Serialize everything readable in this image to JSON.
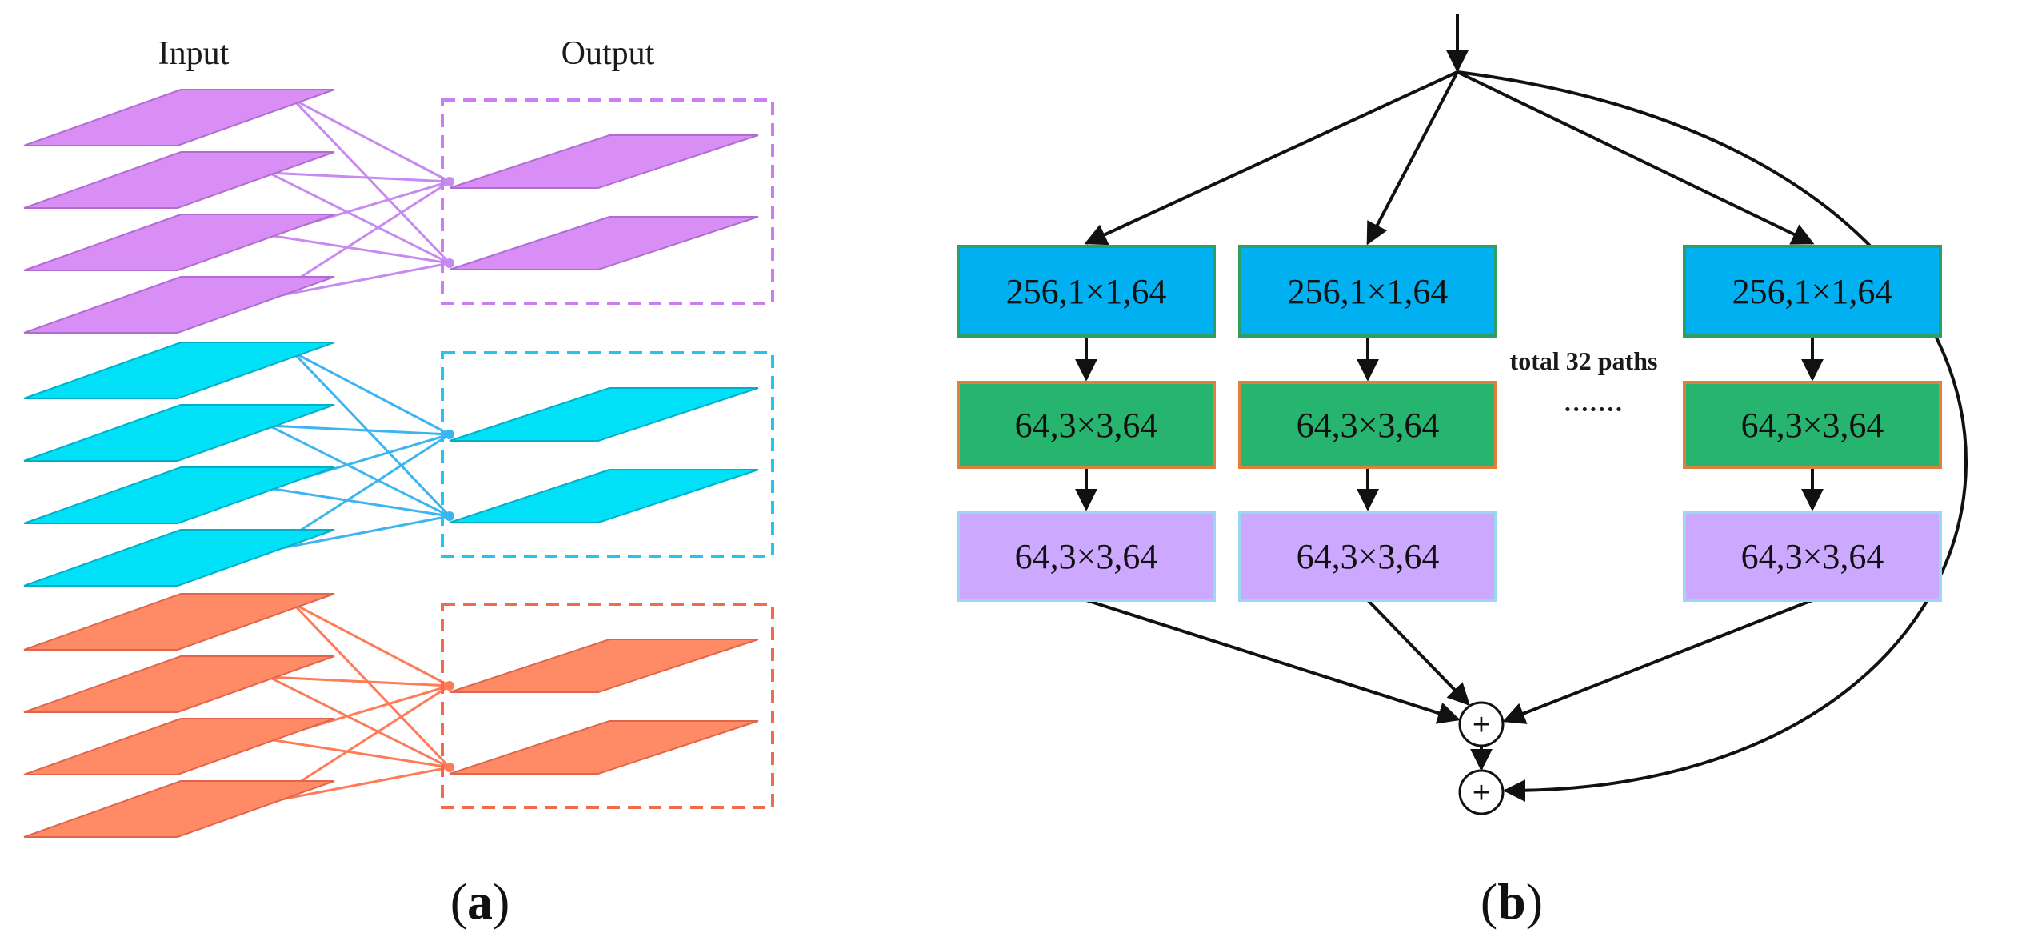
{
  "panel_a": {
    "input_label": "Input",
    "output_label": "Output",
    "groups": [
      {
        "fill": "#D98EF5",
        "stroke": "#B06CD0",
        "line": "#C78AF0",
        "box": "#C97FF0"
      },
      {
        "fill": "#00E1F7",
        "stroke": "#00AFC7",
        "line": "#3CB4F0",
        "box": "#24C4F0"
      },
      {
        "fill": "#FF8A66",
        "stroke": "#E0654A",
        "line": "#FF7A57",
        "box": "#F06A4C"
      }
    ],
    "caption": {
      "open": "(",
      "letter": "a",
      "close": ")"
    }
  },
  "panel_b": {
    "columns": [
      {
        "boxes": [
          {
            "text": "256,1×1,64",
            "fill": "#00B0F0",
            "stroke": "#2E9E62"
          },
          {
            "text": "64,3×3,64",
            "fill": "#26B46E",
            "stroke": "#E0803C"
          },
          {
            "text": "64,3×3,64",
            "fill": "#CDA8FF",
            "stroke": "#9AD8F0"
          }
        ]
      },
      {
        "boxes": [
          {
            "text": "256,1×1,64",
            "fill": "#00B0F0",
            "stroke": "#2E9E62"
          },
          {
            "text": "64,3×3,64",
            "fill": "#26B46E",
            "stroke": "#E0803C"
          },
          {
            "text": "64,3×3,64",
            "fill": "#CDA8FF",
            "stroke": "#9AD8F0"
          }
        ]
      },
      {
        "boxes": [
          {
            "text": "256,1×1,64",
            "fill": "#00B0F0",
            "stroke": "#2E9E62"
          },
          {
            "text": "64,3×3,64",
            "fill": "#26B46E",
            "stroke": "#E0803C"
          },
          {
            "text": "64,3×3,64",
            "fill": "#CDA8FF",
            "stroke": "#9AD8F0"
          }
        ]
      }
    ],
    "paths_note": "total 32 paths",
    "ellipsis": "·······",
    "sum_symbol": "+",
    "caption": {
      "open": "(",
      "letter": "b",
      "close": ")"
    }
  }
}
